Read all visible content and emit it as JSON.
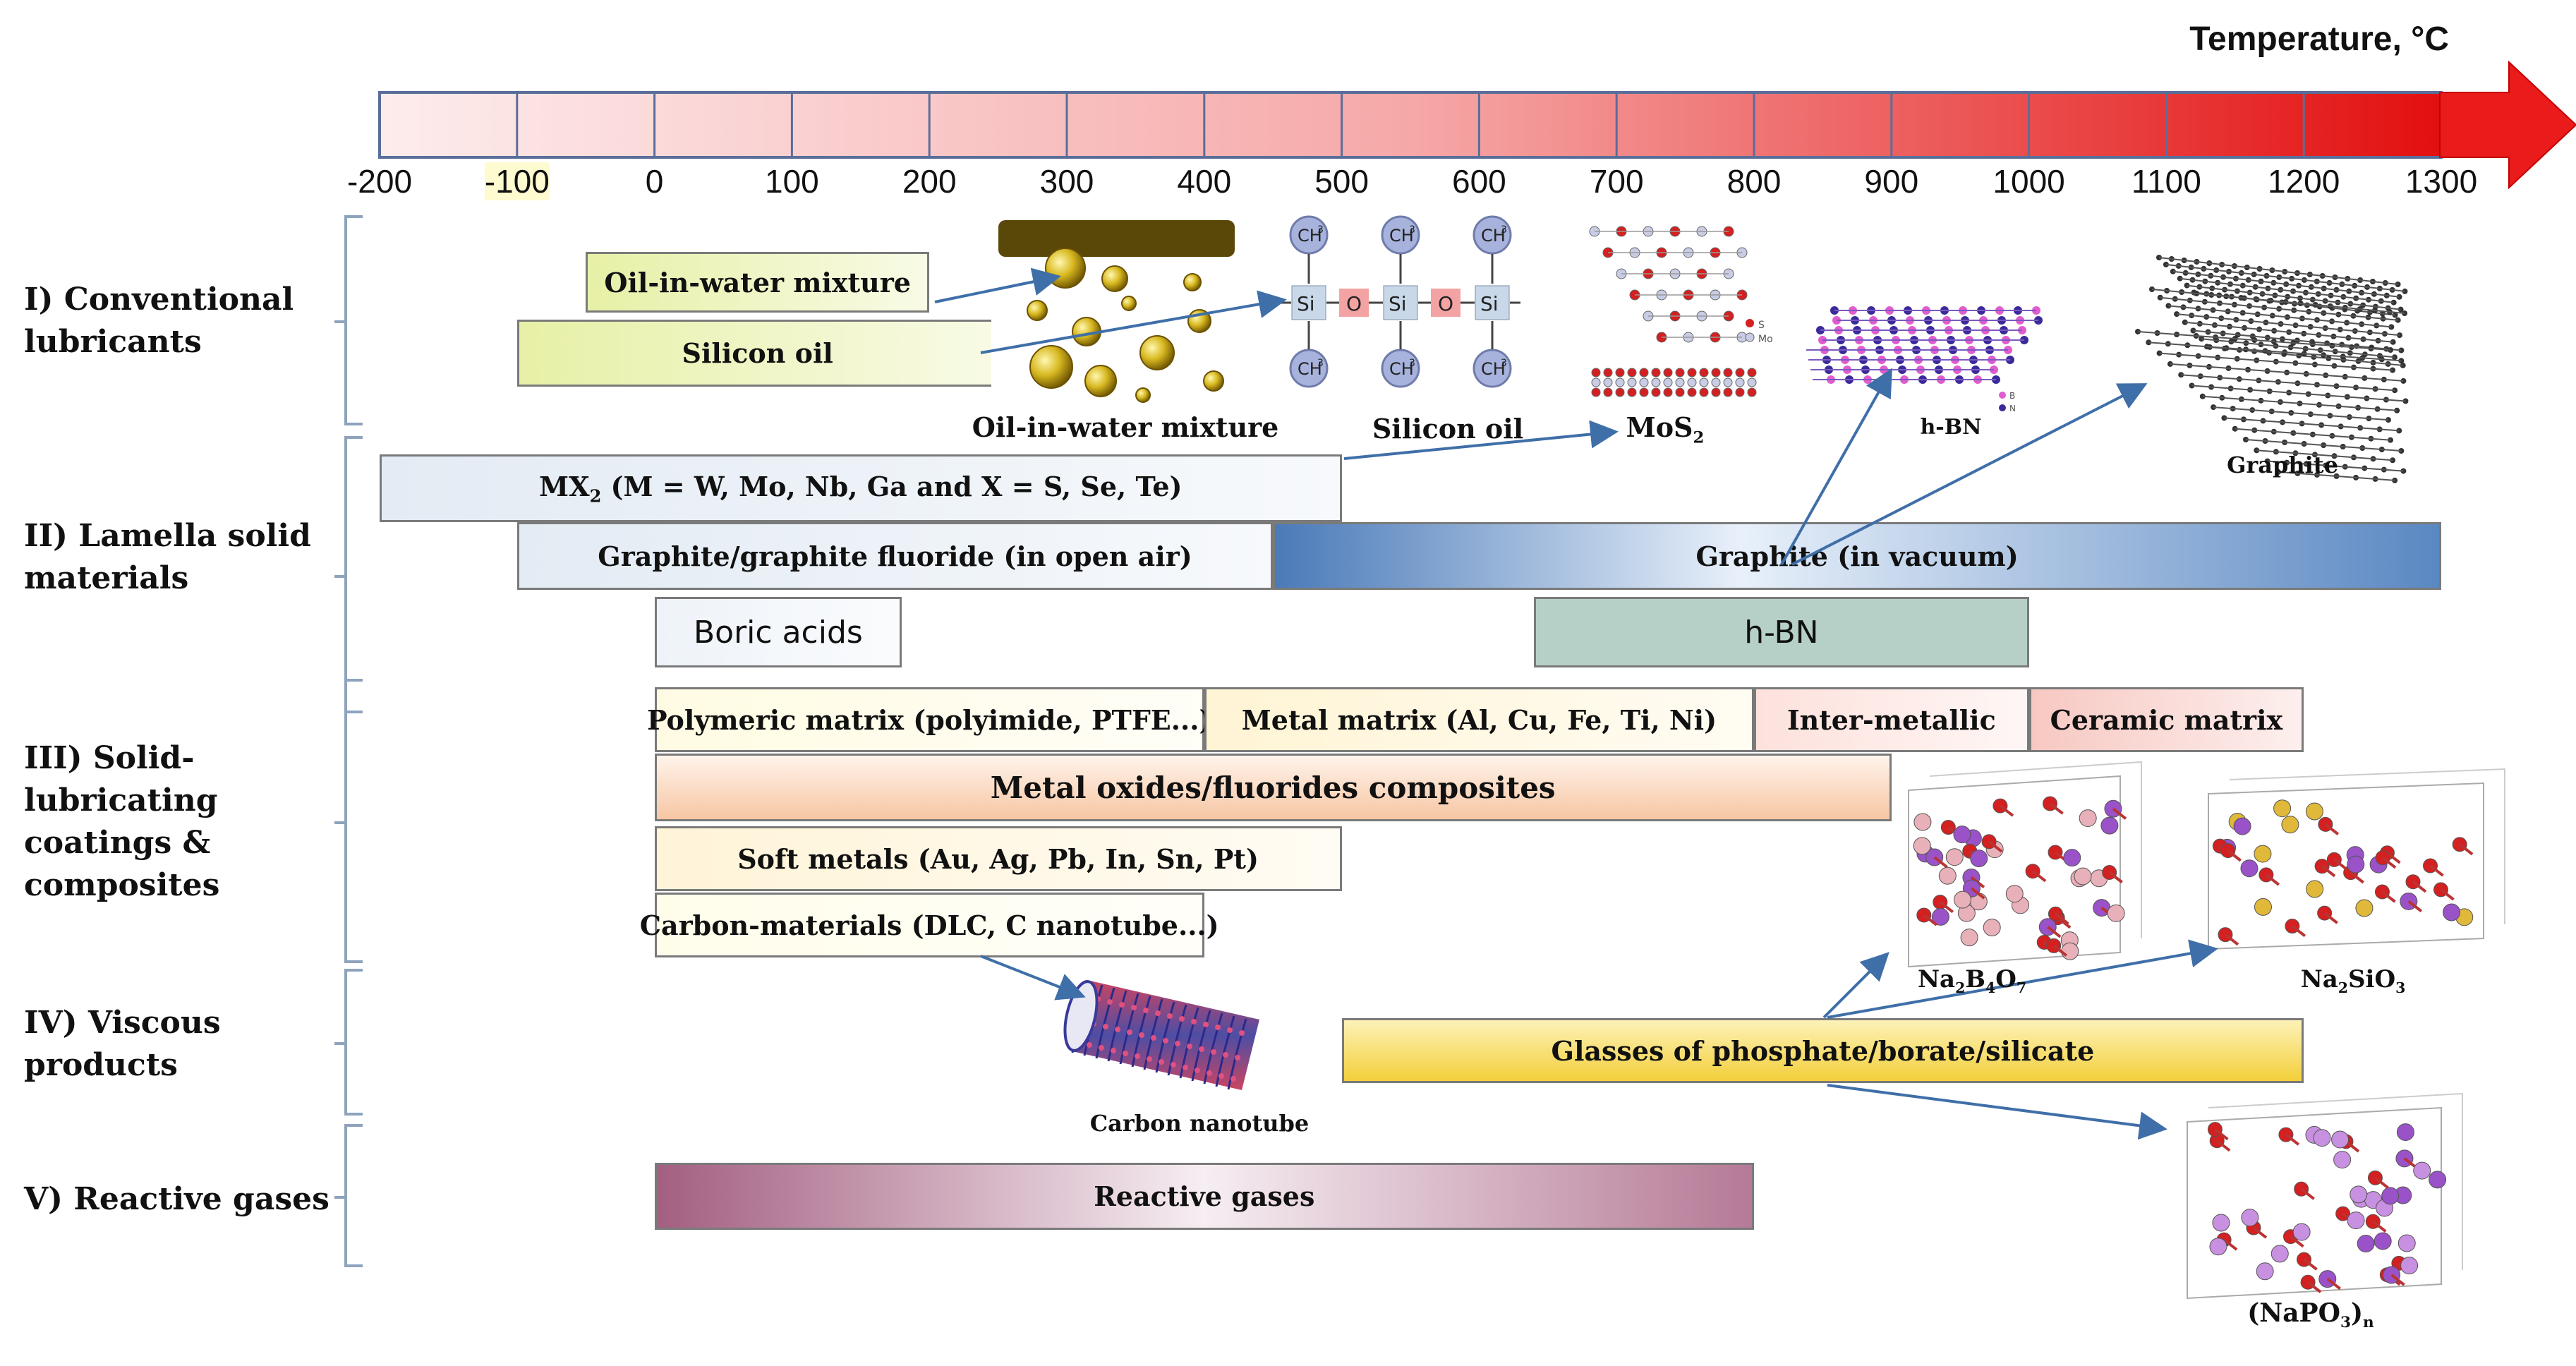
{
  "axis": {
    "title": "Temperature, °C",
    "min": -200,
    "max": 1300,
    "ticks": [
      "-200",
      "-100",
      "0",
      "100",
      "200",
      "300",
      "400",
      "500",
      "600",
      "700",
      "800",
      "900",
      "1000",
      "1100",
      "1200",
      "1300"
    ],
    "highlighted_tick": "-100"
  },
  "categories": [
    {
      "id": "I",
      "label": "I) Conventional\nlubricants"
    },
    {
      "id": "II",
      "label": "II) Lamella solid\nmaterials"
    },
    {
      "id": "III",
      "label": "III) Solid-\nlubricating\ncoatings &\ncomposites"
    },
    {
      "id": "IV",
      "label": "IV) Viscous\nproducts"
    },
    {
      "id": "V",
      "label": "V) Reactive gases"
    }
  ],
  "bars": {
    "oil_in_water": {
      "label": "Oil-in-water mixture",
      "range": [
        -50,
        200
      ],
      "color": "#e7f0a6"
    },
    "silicon_oil": {
      "label": "Silicon oil",
      "range": [
        -100,
        250
      ],
      "color": "#e7f0a6"
    },
    "mx2": {
      "label": "MX",
      "label_sub": "2",
      "label_rest": " (M = W, Mo, Nb, Ga and X = S, Se, Te)",
      "range": [
        -200,
        500
      ],
      "color": "#e3ebf4"
    },
    "graphite_air": {
      "label": "Graphite/graphite fluoride (in open air)",
      "range": [
        -100,
        450
      ],
      "color": "#e3ebf4"
    },
    "graphite_vacuum": {
      "label": "Graphite (in vacuum)",
      "range": [
        450,
        1300
      ],
      "color": "#8fb0d6"
    },
    "boric_acids": {
      "label": "Boric acids",
      "range": [
        0,
        180
      ],
      "color": "#eef3f9"
    },
    "h_bn": {
      "label": "h-BN",
      "range": [
        640,
        1000
      ],
      "color": "#b4cfc6"
    },
    "polymeric_matrix": {
      "label": "Polymeric matrix (polyimide, PTFE...)",
      "range": [
        0,
        400
      ],
      "color": "#fffbe3"
    },
    "metal_matrix": {
      "label": "Metal matrix (Al, Cu, Fe, Ti, Ni)",
      "range": [
        400,
        800
      ],
      "color": "#fff4d4"
    },
    "intermetallic": {
      "label": "Inter-metallic",
      "range": [
        800,
        1000
      ],
      "color": "#fde1dc"
    },
    "ceramic_matrix": {
      "label": "Ceramic matrix",
      "range": [
        1000,
        1200
      ],
      "color": "#f7c8c2"
    },
    "metal_oxides": {
      "label": "Metal oxides/fluorides composites",
      "range": [
        0,
        900
      ],
      "color": "#fde3cf"
    },
    "soft_metals": {
      "label": "Soft metals (Au, Ag, Pb, In, Sn, Pt)",
      "range": [
        0,
        500
      ],
      "color": "#fff4d8"
    },
    "carbon_materials": {
      "label": "Carbon-materials (DLC, C nanotube...)",
      "range": [
        0,
        400
      ],
      "color": "#fffdea"
    },
    "glasses": {
      "label": "Glasses of phosphate/borate/silicate",
      "range": [
        500,
        1200
      ],
      "color": "#f7dd77"
    },
    "reactive_gases": {
      "label": "Reactive gases",
      "range": [
        0,
        800
      ],
      "color": "#c79aaf"
    }
  },
  "captions": {
    "oil_water_img": "Oil-in-water mixture",
    "silicon_oil_img": "Silicon oil",
    "mos2_main": "MoS",
    "mos2_sub": "2",
    "hbn_img": "h-BN",
    "graphite_img": "Graphite",
    "carbon_nanotube": "Carbon nanotube",
    "na2b4o7_a": "Na",
    "na2b4o7_s1": "2",
    "na2b4o7_b": "B",
    "na2b4o7_s2": "4",
    "na2b4o7_c": "O",
    "na2b4o7_s3": "7",
    "na2sio3_a": "Na",
    "na2sio3_s1": "2",
    "na2sio3_b": "SiO",
    "na2sio3_s2": "3",
    "napo3_a": "(NaPO",
    "napo3_s1": "3",
    "napo3_b": ")",
    "napo3_s2": "n"
  },
  "molecule_labels": {
    "ch3": "CH",
    "ch3_sub": "3",
    "si": "Si",
    "o": "O",
    "mos2_legend_s": "S",
    "mos2_legend_mo": "Mo",
    "hbn_legend_b": "B",
    "hbn_legend_n": "N"
  },
  "colors": {
    "axis_light": "#fdeaea",
    "axis_dark": "#e81212",
    "arrow_line": "#3f6fa8",
    "oxygen": "#d42020",
    "sodium": "#9a52c8",
    "boron": "#e8a8b0",
    "silicon": "#e0b83a",
    "phosphorus": "#c890e0"
  }
}
